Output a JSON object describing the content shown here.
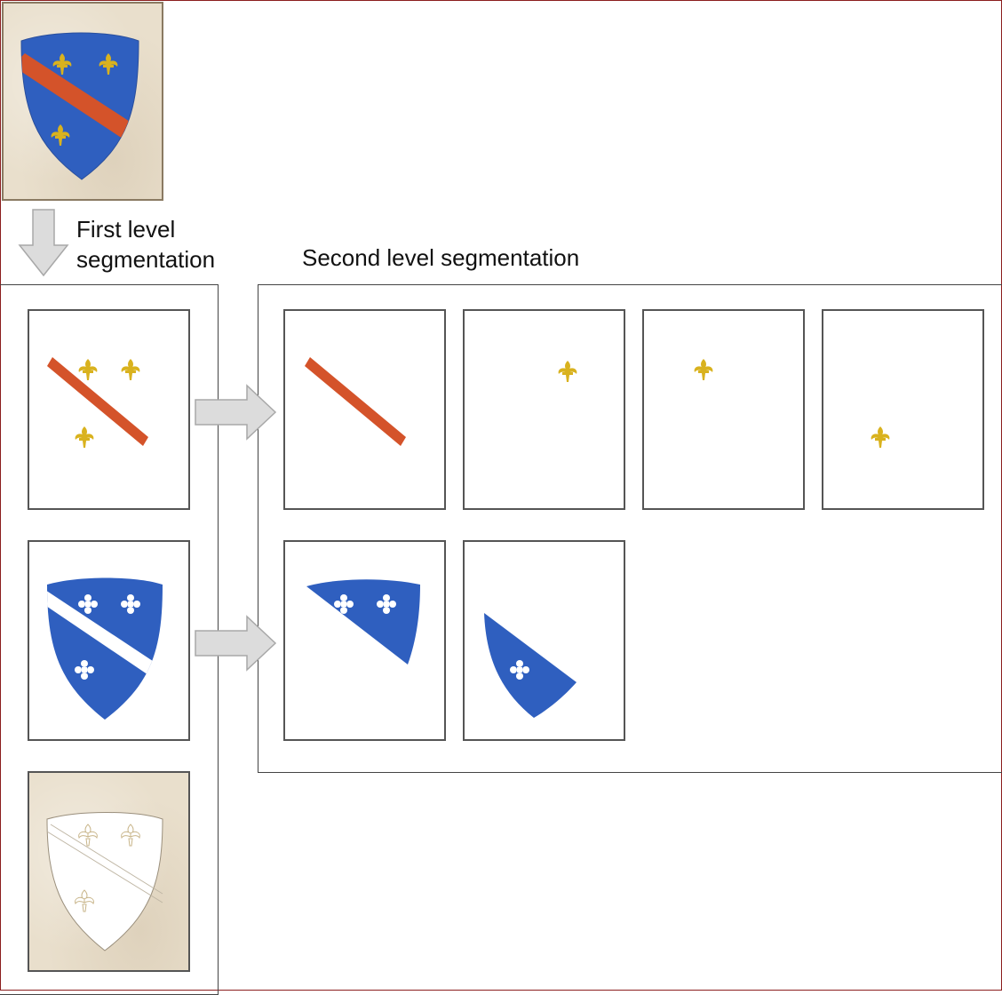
{
  "labels": {
    "first_level": [
      "First level",
      "segmentation"
    ],
    "second_level": "Second level segmentation"
  },
  "colors": {
    "azure": "#2f5fbf",
    "bend": "#d4532a",
    "fleur": "#d9b21e",
    "parchment": "#e9dfcc",
    "frame": "#8b1e1e"
  },
  "icons": {
    "original": "coat-of-arms-icon",
    "down_arrow": "down-arrow-icon",
    "right_arrow": "right-arrow-icon",
    "fleur": "fleur-de-lis-icon"
  }
}
